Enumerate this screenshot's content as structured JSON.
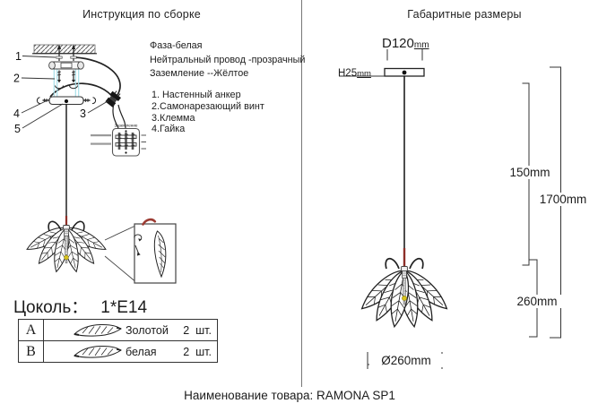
{
  "left": {
    "title": "Инструкция по сборке",
    "wire_legend": [
      "Фаза-белая",
      "Нейтральный провод -прозрачный",
      "Заземление --Жёлтое"
    ],
    "parts_list": [
      "1. Настенный анкер",
      "2.Самонарезающий винт",
      "3.Клемма",
      "4.Гайка"
    ],
    "callout_numbers": [
      "1",
      "2",
      "3",
      "4",
      "5"
    ],
    "terminal_label": "Заземление",
    "socle_label": "Цоколь：",
    "socle_value": "1*E14",
    "shade_table": {
      "rows": [
        {
          "letter": "A",
          "color": "Золотой",
          "qty": "2",
          "unit": "шт."
        },
        {
          "letter": "B",
          "color": "белая",
          "qty": "2",
          "unit": "шт."
        }
      ]
    }
  },
  "right": {
    "title": "Габаритные размеры",
    "dimensions": {
      "canopy_diameter": {
        "value": "D120",
        "unit": "mm"
      },
      "canopy_height": {
        "value": "H25",
        "unit": "mm"
      },
      "cord_length": "150mm",
      "total_height": "1700mm",
      "shade_height": "260mm",
      "shade_diameter": "Ø260mm"
    }
  },
  "footer": {
    "product_name": "Наименование товара: RAMONA SP1"
  },
  "colors": {
    "line": "#2a2a2a",
    "cyan_guide": "#a8dfe9",
    "red_wire": "#8d2f28",
    "yellow_bulb": "#d8c31c"
  }
}
